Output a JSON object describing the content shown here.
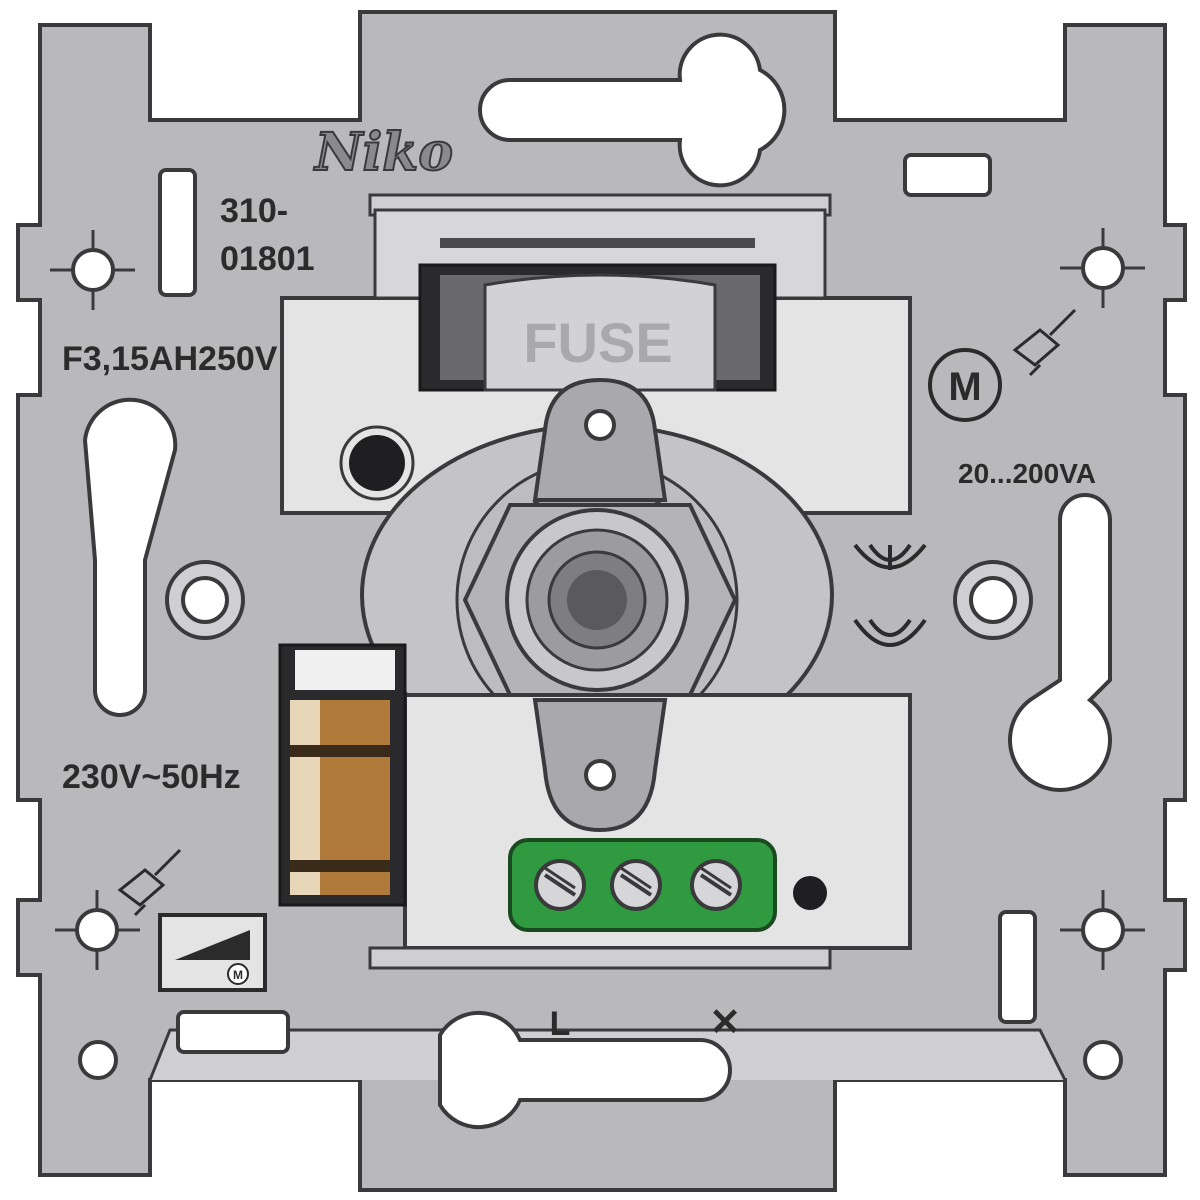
{
  "brand": {
    "logo_text": "Niko"
  },
  "labels": {
    "article_number_line1": "310-",
    "article_number_line2": "01801",
    "fuse_rating": "F3,15AH250V",
    "fuse_label": "FUSE",
    "power_range": "20...200VA",
    "supply": "230V~50Hz",
    "motor_symbol": "M",
    "small_motor_symbol": "M",
    "terminal_line": "L",
    "terminal_load": "✕"
  },
  "colors": {
    "plate": "#b9b9bb",
    "plate_stroke": "#3a3a3c",
    "panel": "#e4e4e5",
    "terminal_block": "#2f9a3f",
    "knob": "#9a9a9c",
    "capacitor": "#b07a3a"
  }
}
